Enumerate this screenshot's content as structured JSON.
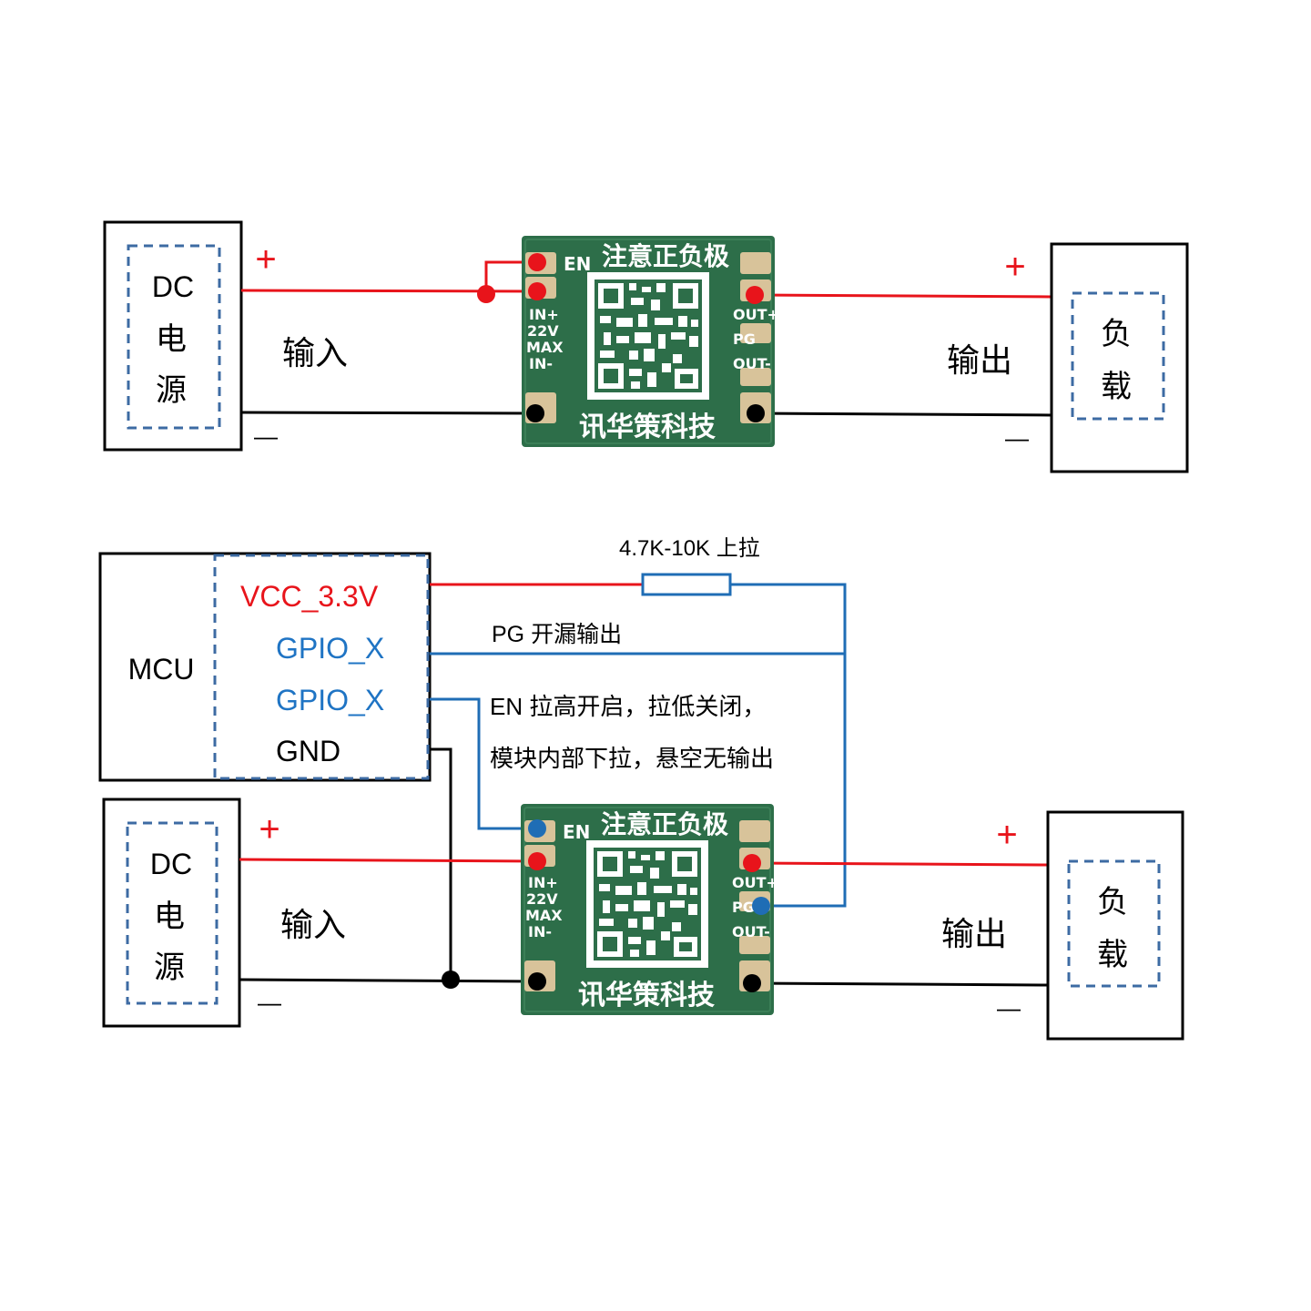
{
  "colors": {
    "positive_wire": "#e8141b",
    "negative_wire": "#000000",
    "signal_wire": "#1f6db5",
    "dashed_frame": "#3d6ba3",
    "pcb": "#2d6e49",
    "pad": "#d8c39a",
    "vcc_text": "#e8141b",
    "gpio_text": "#1f74c4"
  },
  "pcb": {
    "title": "注意正负极",
    "brand": "讯华策科技",
    "pin_en": "EN",
    "pin_in_plus": "IN+",
    "pin_22v": "22V",
    "pin_max": "MAX",
    "pin_in_minus": "IN-",
    "pin_out_plus": "OUT+",
    "pin_pg": "PG",
    "pin_out_minus": "OUT-"
  },
  "top": {
    "dc_source": {
      "line1": "DC",
      "line2": "电",
      "line3": "源"
    },
    "input_label": "输入",
    "output_label": "输出",
    "load": {
      "line1": "负",
      "line2": "载"
    },
    "plus": "+",
    "minus": "—"
  },
  "bottom": {
    "mcu_label": "MCU",
    "pins": {
      "vcc": "VCC_3.3V",
      "gpio1": "GPIO_X",
      "gpio2": "GPIO_X",
      "gnd": "GND"
    },
    "pullup_label": "4.7K-10K 上拉",
    "pg_label": "PG 开漏输出",
    "en_note_1": "EN  拉高开启，拉低关闭，",
    "en_note_2": "模块内部下拉，悬空无输出",
    "dc_source": {
      "line1": "DC",
      "line2": "电",
      "line3": "源"
    },
    "input_label": "输入",
    "output_label": "输出",
    "load": {
      "line1": "负",
      "line2": "载"
    },
    "plus": "+",
    "minus": "—"
  }
}
